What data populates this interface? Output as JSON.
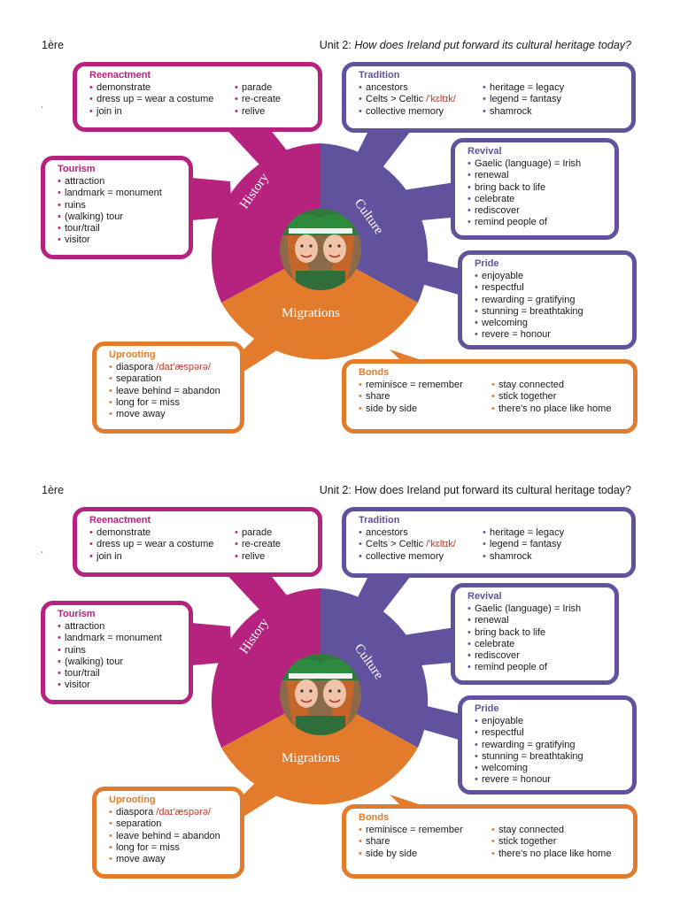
{
  "header": {
    "level": "1ère",
    "unit": "Unit 2:",
    "question": "How does Ireland put forward its cultural heritage today?"
  },
  "colors": {
    "history": "#b5237e",
    "culture": "#62529e",
    "migrations": "#e37b2c",
    "phonetic": "#c0392b"
  },
  "wheel": {
    "history": "History",
    "culture": "Culture",
    "migrations": "Migrations"
  },
  "photo": {
    "icon": "two-girls-in-green-hats-photo"
  },
  "boxes": {
    "reenactment": {
      "title": "Reenactment",
      "col1": [
        "demonstrate",
        "dress up = wear a costume",
        "join in"
      ],
      "col2": [
        "parade",
        "re-create",
        "relive"
      ]
    },
    "tourism": {
      "title": "Tourism",
      "items": [
        "attraction",
        "landmark = monument",
        "ruins",
        "(walking) tour",
        "tour/trail",
        "visitor"
      ]
    },
    "tradition": {
      "title": "Tradition",
      "col1": [
        "ancestors",
        "Celts > Celtic ",
        "collective memory"
      ],
      "col1_phonetic": "/'kɛltɪk/",
      "col2": [
        "heritage = legacy",
        "legend = fantasy",
        "shamrock"
      ]
    },
    "revival": {
      "title": "Revival",
      "items": [
        "Gaelic (language) = Irish",
        "renewal",
        "bring back to life",
        "celebrate",
        "rediscover",
        "remind people of"
      ]
    },
    "pride": {
      "title": "Pride",
      "items": [
        "enjoyable",
        "respectful",
        "rewarding = gratifying",
        "stunning = breathtaking",
        "welcoming",
        "revere = honour"
      ]
    },
    "uprooting": {
      "title": "Uprooting",
      "items": [
        "diaspora ",
        "separation",
        "leave behind = abandon",
        "long for = miss",
        "move away"
      ],
      "phonetic": "/daɪ'æspərə/"
    },
    "bonds": {
      "title": "Bonds",
      "col1": [
        "reminisce = remember",
        "share",
        "side by side"
      ],
      "col2": [
        "stay connected",
        "stick together",
        "there's no place like home"
      ]
    }
  }
}
